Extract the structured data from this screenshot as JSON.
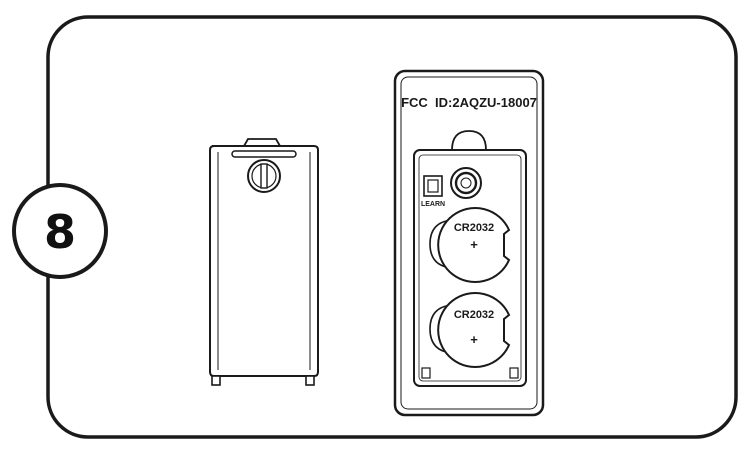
{
  "step": {
    "number": "8"
  },
  "device": {
    "fcc_label": "FCC  ID:2AQZU-18007",
    "learn_label": "LEARN",
    "batteries": [
      {
        "model": "CR2032",
        "polarity": "+"
      },
      {
        "model": "CR2032",
        "polarity": "+"
      }
    ]
  },
  "colors": {
    "stroke": "#1a1a1a",
    "background": "#ffffff"
  }
}
